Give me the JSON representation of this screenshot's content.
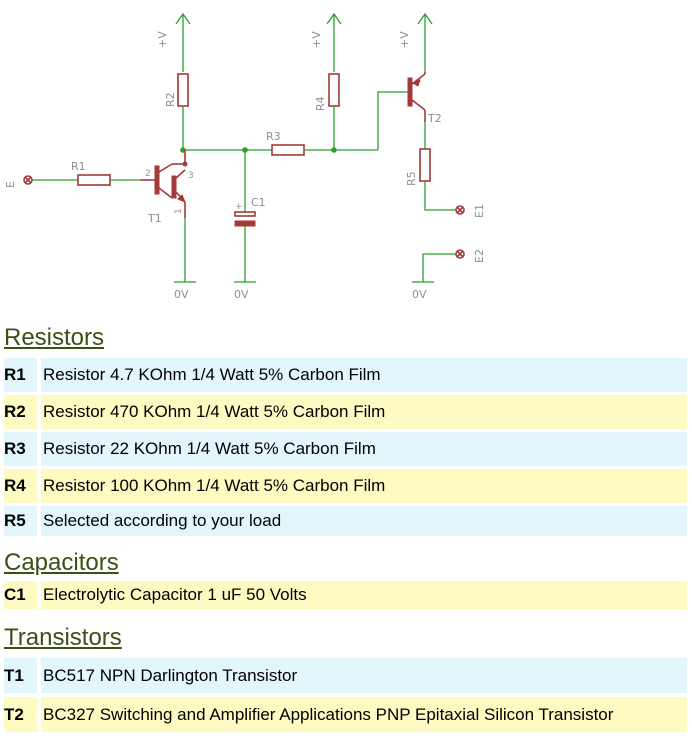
{
  "schematic": {
    "labels": {
      "vplus": "+V",
      "ground": "0V",
      "input": "E",
      "out1": "E1",
      "out2": "E2",
      "r1": "R1",
      "r2": "R2",
      "r3": "R3",
      "r4": "R4",
      "r5": "R5",
      "c1": "C1",
      "t1": "T1",
      "t2": "T2",
      "pin1": "1",
      "pin2": "2",
      "pin3": "3",
      "plus": "+"
    },
    "colors": {
      "wire": "#2e9e2e",
      "component": "#a33a3a",
      "label": "#8f8f8f"
    }
  },
  "sections": {
    "resistors": {
      "title": "Resistors",
      "rows": [
        {
          "ref": "R1",
          "desc": "Resistor 4.7 KOhm 1/4 Watt 5% Carbon Film"
        },
        {
          "ref": "R2",
          "desc": "Resistor 470 KOhm 1/4 Watt 5% Carbon Film"
        },
        {
          "ref": "R3",
          "desc": "Resistor 22 KOhm 1/4 Watt 5% Carbon Film"
        },
        {
          "ref": "R4",
          "desc": "Resistor 100 KOhm 1/4 Watt 5% Carbon Film"
        },
        {
          "ref": "R5",
          "desc": "Selected according to your load"
        }
      ]
    },
    "capacitors": {
      "title": "Capacitors",
      "rows": [
        {
          "ref": "C1",
          "desc": "Electrolytic Capacitor 1 uF 50 Volts"
        }
      ]
    },
    "transistors": {
      "title": "Transistors",
      "rows": [
        {
          "ref": "T1",
          "desc": "BC517 NPN Darlington Transistor"
        },
        {
          "ref": "T2",
          "desc": "BC327 Switching and Amplifier Applications PNP Epitaxial Silicon Transistor"
        }
      ]
    }
  },
  "colors": {
    "title": "#3d4f16",
    "row_blue": "#e2f6fc",
    "row_yellow": "#fdfbc2"
  }
}
